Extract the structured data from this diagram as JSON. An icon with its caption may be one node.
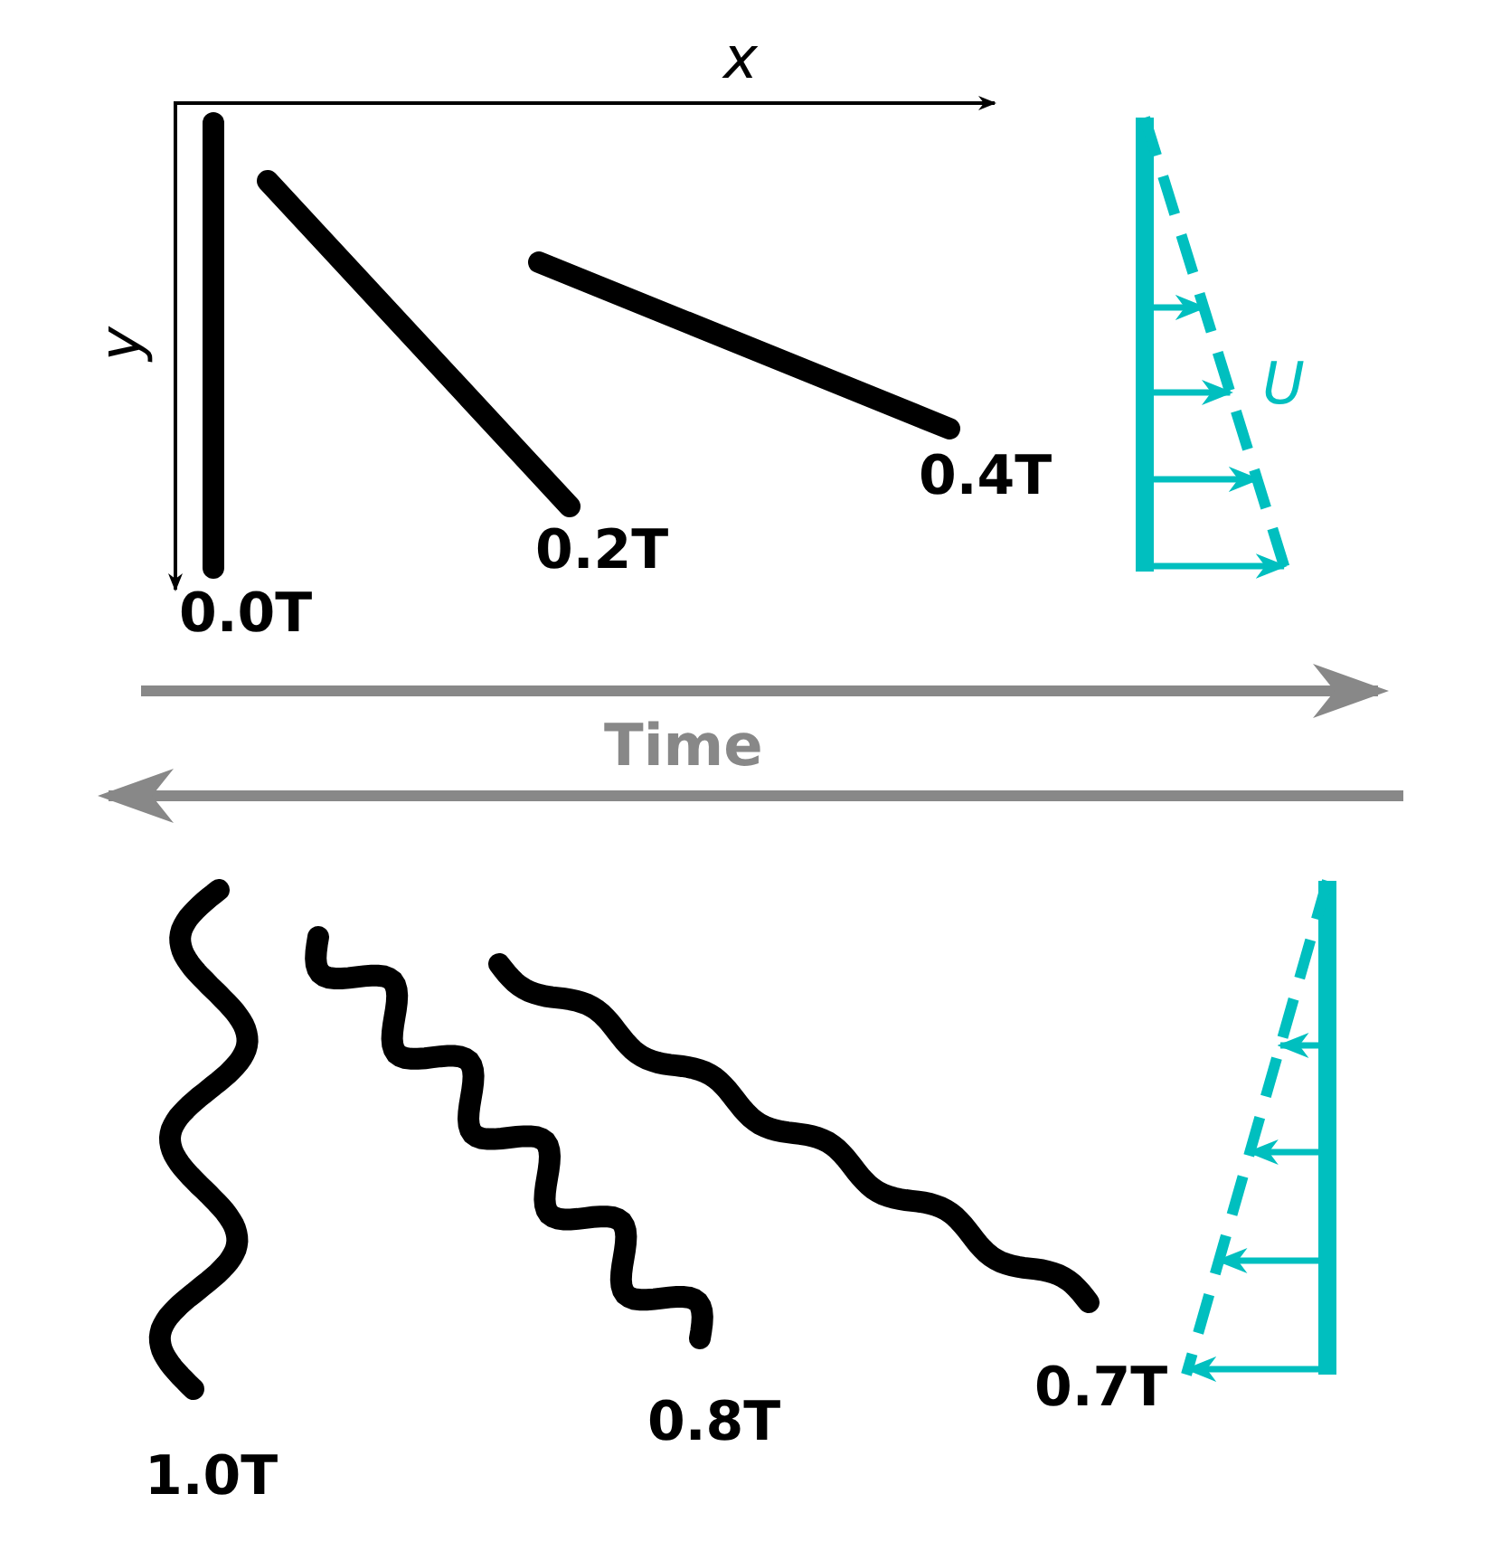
{
  "diagram": {
    "labels": [
      "x",
      "y",
      "U",
      "0.4T",
      "0.2T",
      "0.0T",
      "Time",
      "0.7T",
      "0.8T",
      "1.0T"
    ]
  }
}
